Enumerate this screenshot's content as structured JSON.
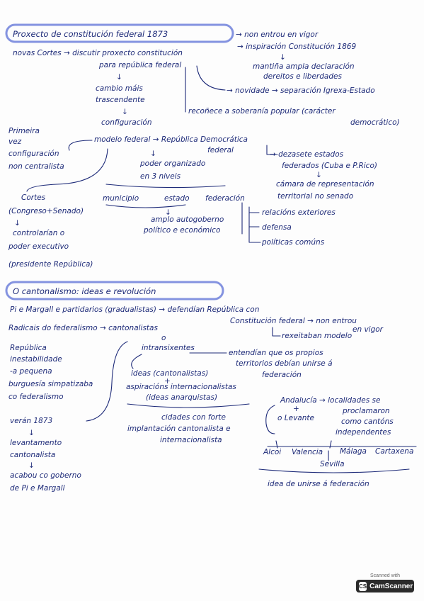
{
  "section1": {
    "title": "Proxecto de constitución federal 1873",
    "l_no_entrou": "→ non entrou en vigor",
    "l_novas_cortes": "novas Cortes → discutir proxecto constitución",
    "l_para_republica": "para república federal",
    "l_inspiracion": "→ inspiración Constitución 1869",
    "l_mantina": "mantiña ampla declaración",
    "l_dereitos": "dereitos e liberdades",
    "l_cambio": "cambio máis",
    "l_trascendente": "trascendente",
    "l_novidade": "→ novidade → separación Igrexa-Estado",
    "l_recoñece": "recoñece a soberanía popular (carácter",
    "l_democratico": "democrático)",
    "l_configuracion": "configuración",
    "l_primeira": "Primeira",
    "l_vez": "vez",
    "l_config2": "configuración",
    "l_centralista": "non centralista",
    "l_modelo": "modelo federal → República Democrática",
    "l_federal2": "federal",
    "l_dezasete": "→ dezasete estados",
    "l_federados": "federados (Cuba e P.Rico)",
    "l_poder": "poder organizado",
    "l_niveis": "en 3 niveis",
    "l_camara": "cámara de representación",
    "l_territorial": "territorial no senado",
    "l_cortes": "Cortes",
    "l_congreso": "(Congreso+Senado)",
    "l_controlaran": "controlarían o",
    "l_poder_exec": "poder executivo",
    "l_presidente": "(presidente República)",
    "l_municipio": "municipio",
    "l_estado": "estado",
    "l_federacion": "federación",
    "l_amplo": "amplo autogoberno",
    "l_politico": "político e económico",
    "l_relacions": "relacións exteriores",
    "l_defensa": "defensa",
    "l_politicas": "políticas comúns"
  },
  "section2": {
    "title": "O cantonalismo: ideas e revolución",
    "l_pi": "Pi e Margall e partidarios (gradualistas) → defendían República con",
    "l_constitucion": "Constitución federal → non entrou",
    "l_en_vigor": "en vigor",
    "l_radicais": "Radicais do federalismo → cantonalistas",
    "l_o": "o",
    "l_intransixentes": "intransixentes",
    "l_rexeitaban": "rexeitaban modelo",
    "l_entendian": "entendían que os propios",
    "l_territorios": "territorios debían unirse á",
    "l_federacion": "federación",
    "l_republica": "República",
    "l_inestabilidade": "inestabilidade",
    "l_pequena": "-a pequena",
    "l_burguesia": "burguesía simpatizaba",
    "l_co_federalismo": "co federalismo",
    "l_ideas": "ideas (cantonalistas)",
    "l_mais": "+",
    "l_aspiracions": "aspiracións internacionalistas",
    "l_ideas_anarq": "(ideas anarquistas)",
    "l_andalucia": "Andalucía → localidades se",
    "l_proclamaron": "proclamaron",
    "l_como_cantons": "como cantóns",
    "l_independentes": "independentes",
    "l_mais2": "+",
    "l_levante": "o Levante",
    "l_verán": "verán 1873",
    "l_levantamento": "levantamento",
    "l_cantonalista": "cantonalista",
    "l_cidades": "cidades con forte",
    "l_implantacion": "implantación cantonalista e",
    "l_internacionalista": "internacionalista",
    "l_alcoi": "Alcoi",
    "l_valencia": "Valencia",
    "l_malaga": "Málaga",
    "l_cartaxena": "Cartaxena",
    "l_sevilla": "Sevilla",
    "l_acabou": "acabou co goberno",
    "l_de_pi": "de Pi e Margall",
    "l_idea_unirse": "idea de unirse á federación"
  },
  "badge": {
    "scanned_with": "Scanned with",
    "app_name": "CamScanner",
    "logo_text": "CS"
  },
  "colors": {
    "ink": "#1d2a78",
    "highlight": "#5b6fd6"
  }
}
